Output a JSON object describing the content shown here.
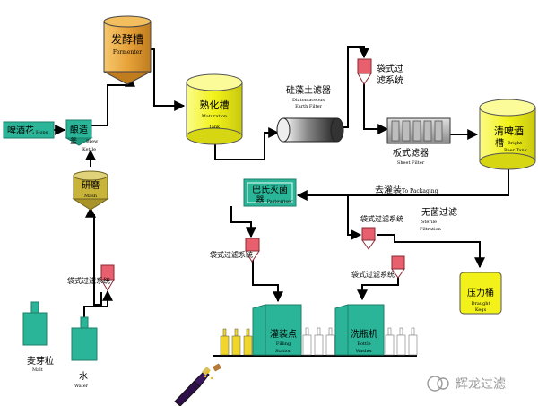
{
  "diagram": {
    "fermenter": {
      "zh": "发酵槽",
      "en": "Fermenter"
    },
    "hops": {
      "zh": "啤酒花",
      "en": "Hops"
    },
    "brew_kettle": {
      "zh1": "酿造",
      "zh2": "釜",
      "en1": "Brew",
      "en2": "Kettle"
    },
    "mash": {
      "zh": "研磨",
      "en": "Mash"
    },
    "malt": {
      "zh": "麦芽粒",
      "en": "Malt"
    },
    "water": {
      "zh": "水",
      "en": "Water"
    },
    "maturation_tank": {
      "zh": "熟化槽",
      "en1": "Maturation",
      "en2": "Tank"
    },
    "earth_filter": {
      "zh": "硅藻土滤器",
      "en1": "Diatomaceous",
      "en2": "Earth Filter"
    },
    "bag_filter_top": {
      "zh1": "袋式过",
      "zh2": "滤系统"
    },
    "sheet_filter": {
      "zh": "板式滤器",
      "en": "Sheet Filter"
    },
    "bright_beer_tank": {
      "zh1": "清啤酒",
      "zh2": "槽",
      "en1": "Bright",
      "en2": "Beer Tank"
    },
    "to_packaging": {
      "zh": "去灌装",
      "en": "To Packaging"
    },
    "pasteuriser": {
      "zh": "巴氏灭菌",
      "zh2": "器",
      "en": "Pasteuriser"
    },
    "bag_filter_mid": {
      "zh": "袋式过滤系统"
    },
    "sterile_filtration": {
      "zh": "无菌过滤",
      "en1": "Sterile",
      "en2": "Filtration"
    },
    "bag_filter_left": {
      "zh": "袋式过滤系统"
    },
    "bag_filter_mash": {
      "zh": "袋式过滤系统"
    },
    "bag_filter_washer": {
      "zh": "袋式过滤系统"
    },
    "draught_kegs": {
      "zh": "压力桶",
      "en1": "Draught",
      "en2": "Kegs"
    },
    "filling_station": {
      "zh": "灌装点",
      "en1": "Filling",
      "en2": "Station"
    },
    "bottle_washer": {
      "zh": "洗瓶机",
      "en1": "Bottle",
      "en2": "Washer"
    },
    "watermark": "辉龙过滤"
  },
  "colors": {
    "green": "#2bb598",
    "yellow": "#f2f21a",
    "orange": "#e8a33a",
    "olive": "#c8b43a",
    "filter_red": "#e8606e",
    "line": "#000000",
    "amber": "#f0d62a"
  }
}
